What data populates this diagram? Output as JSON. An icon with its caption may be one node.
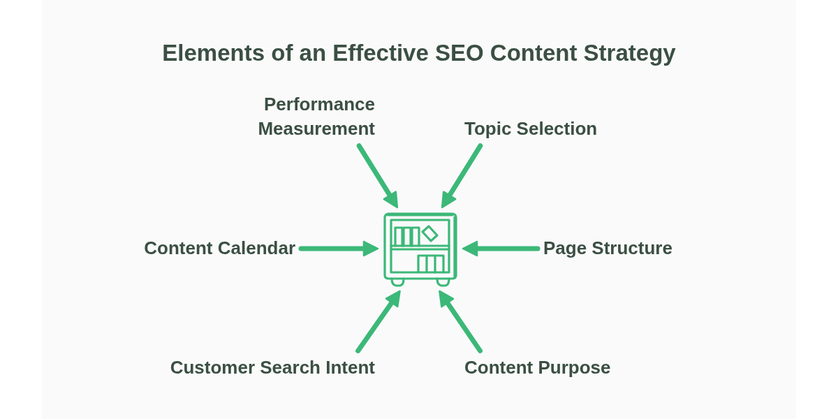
{
  "diagram": {
    "title": "Elements of an Effective SEO Content Strategy",
    "nodes": [
      {
        "text": [
          "Performance Measurement"
        ]
      },
      {
        "text": [
          "Topic Selection"
        ]
      },
      {
        "text": [
          "Content Calendar"
        ]
      },
      {
        "text": [],
        "shape": "picture"
      },
      {
        "text": [
          "Page Structure"
        ]
      },
      {
        "text": [
          "Customer Search Intent"
        ]
      },
      {
        "text": [
          "Content Purpose"
        ]
      }
    ],
    "edges": [
      {
        "from": 0,
        "to": 3,
        "arrow": "to"
      },
      {
        "from": 1,
        "to": 3,
        "arrow": "to"
      },
      {
        "from": 2,
        "to": 3,
        "arrow": "to"
      },
      {
        "from": 4,
        "to": 3,
        "arrow": "to"
      },
      {
        "from": 5,
        "to": 3,
        "arrow": "to"
      },
      {
        "from": 6,
        "to": 3,
        "arrow": "to"
      }
    ]
  }
}
